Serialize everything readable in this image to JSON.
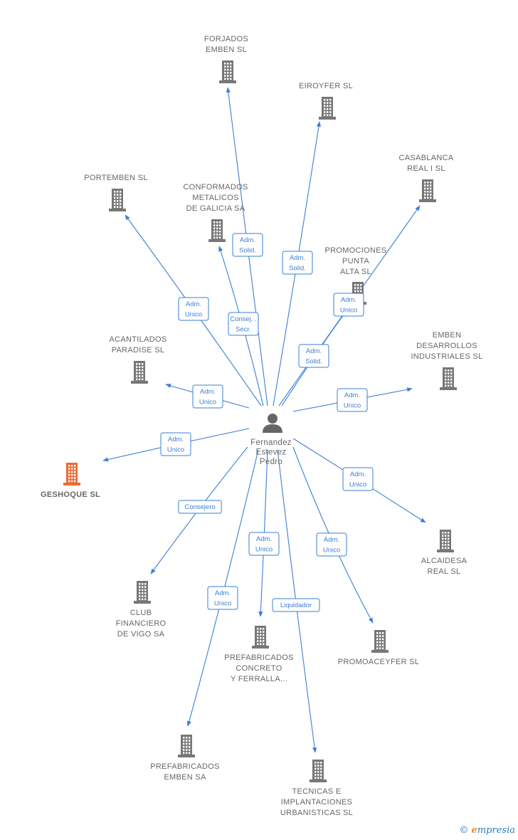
{
  "colors": {
    "edge": "#3a7fd5",
    "building": "#777777",
    "highlight": "#f06a35",
    "label": "#666666"
  },
  "center": {
    "name_lines": [
      "Fernandez",
      "Estevez",
      "Pedro"
    ],
    "icon": "person-icon"
  },
  "nodes": [
    {
      "id": "forjados",
      "label_lines": [
        "FORJADOS",
        "EMBEN SL"
      ],
      "icon": "building-icon"
    },
    {
      "id": "eiroyfer",
      "label_lines": [
        "EIROYFER SL"
      ],
      "icon": "building-icon"
    },
    {
      "id": "casablanca",
      "label_lines": [
        "CASABLANCA",
        "REAL I SL"
      ],
      "icon": "building-icon"
    },
    {
      "id": "portemben",
      "label_lines": [
        "PORTEMBEN SL"
      ],
      "icon": "building-icon"
    },
    {
      "id": "conformados",
      "label_lines": [
        "CONFORMADOS",
        "METALICOS",
        "DE GALICIA SA"
      ],
      "icon": "building-icon"
    },
    {
      "id": "promociones",
      "label_lines": [
        "PROMOCIONES",
        "PUNTA",
        "ALTA SL"
      ],
      "icon": "building-icon"
    },
    {
      "id": "acantilados",
      "label_lines": [
        "ACANTILADOS",
        "PARADISE SL"
      ],
      "icon": "building-icon"
    },
    {
      "id": "emben_des",
      "label_lines": [
        "EMBEN",
        "DESARROLLOS",
        "INDUSTRIALES SL"
      ],
      "icon": "building-icon"
    },
    {
      "id": "geshoque",
      "label_lines": [
        "GESHOQUE SL"
      ],
      "icon": "building-icon",
      "highlight": true
    },
    {
      "id": "alcaidesa",
      "label_lines": [
        "ALCAIDESA",
        "REAL SL"
      ],
      "icon": "building-icon"
    },
    {
      "id": "club",
      "label_lines": [
        "CLUB",
        "FINANCIERO",
        "DE VIGO SA"
      ],
      "icon": "building-icon"
    },
    {
      "id": "prefab_concreto",
      "label_lines": [
        "PREFABRICADOS",
        "CONCRETO",
        "Y FERRALLA..."
      ],
      "icon": "building-icon"
    },
    {
      "id": "promoaceyfer",
      "label_lines": [
        "PROMOACEYFER SL"
      ],
      "icon": "building-icon"
    },
    {
      "id": "prefab_emben",
      "label_lines": [
        "PREFABRICADOS",
        "EMBEN SA"
      ],
      "icon": "building-icon"
    },
    {
      "id": "tecnicas",
      "label_lines": [
        "TECNICAS E",
        "IMPLANTACIONES",
        "URBANISTICAS SL"
      ],
      "icon": "building-icon"
    }
  ],
  "edges": [
    {
      "to": "forjados",
      "label_lines": [
        "Adm.",
        "Solid."
      ]
    },
    {
      "to": "eiroyfer",
      "label_lines": [
        "Adm.",
        "Solid."
      ]
    },
    {
      "to": "casablanca",
      "label_lines": [
        "Adm.",
        "Solid."
      ]
    },
    {
      "to": "portemben",
      "label_lines": [
        "Adm.",
        "Unico"
      ]
    },
    {
      "to": "conformados",
      "label_lines": [
        "Consej. .",
        "Secr."
      ]
    },
    {
      "to": "promociones",
      "label_lines": [
        "Adm.",
        "Unico"
      ]
    },
    {
      "to": "acantilados",
      "label_lines": [
        "Adm.",
        "Unico"
      ]
    },
    {
      "to": "emben_des",
      "label_lines": [
        "Adm.",
        "Unico"
      ]
    },
    {
      "to": "geshoque",
      "label_lines": [
        "Adm.",
        "Unico"
      ]
    },
    {
      "to": "alcaidesa",
      "label_lines": [
        "Adm.",
        "Unico"
      ]
    },
    {
      "to": "club",
      "label_lines": [
        "Consejero"
      ]
    },
    {
      "to": "prefab_concreto",
      "label_lines": [
        "Adm.",
        "Unico"
      ]
    },
    {
      "to": "promoaceyfer",
      "label_lines": [
        "Adm.",
        "Unico"
      ]
    },
    {
      "to": "prefab_emben",
      "label_lines": [
        "Adm.",
        "Unico"
      ]
    },
    {
      "to": "tecnicas",
      "label_lines": [
        "Liquidador"
      ]
    }
  ],
  "footer": {
    "copyright": "©",
    "brand_first": "e",
    "brand_rest": "mpresia"
  }
}
